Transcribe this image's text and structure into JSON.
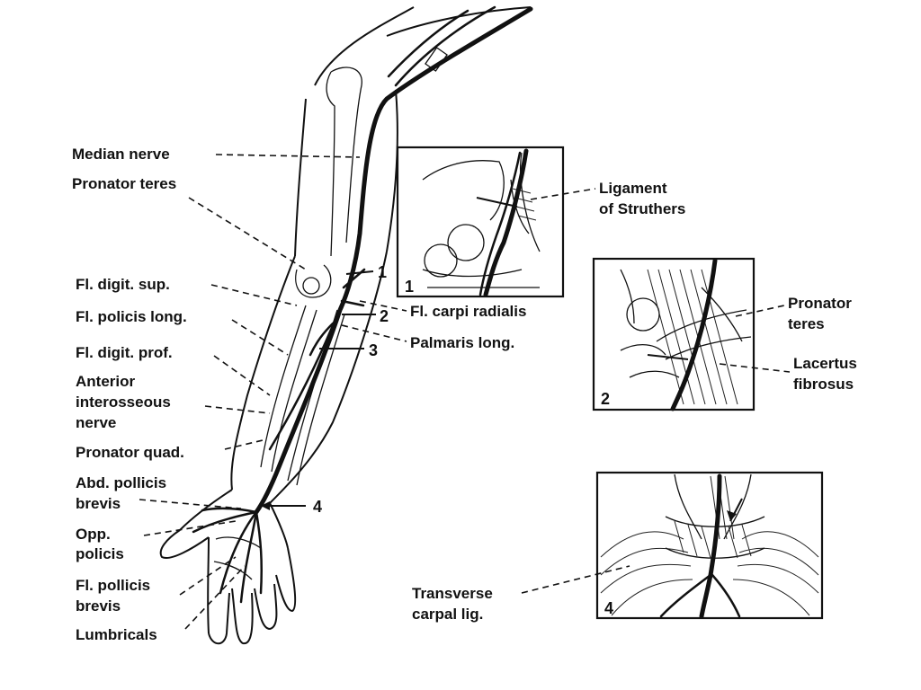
{
  "labels": {
    "median_nerve": "Median nerve",
    "pronator_teres": "Pronator teres",
    "fl_digit_sup": "Fl. digit. sup.",
    "fl_policis_long": "Fl. policis long.",
    "fl_digit_prof": "Fl. digit. prof.",
    "anterior_interosseous_nerve": [
      "Anterior",
      "interosseous",
      "nerve"
    ],
    "pronator_quad": "Pronator quad.",
    "abd_pollicis_brevis": [
      "Abd. pollicis",
      "brevis"
    ],
    "opp_policis": [
      "Opp.",
      "policis"
    ],
    "fl_pollicis_brevis": [
      "Fl. pollicis",
      "brevis"
    ],
    "lumbricals": "Lumbricals",
    "fl_carpi_radialis": "Fl. carpi radialis",
    "palmaris_long": "Palmaris long.",
    "ligament_of_struthers": [
      "Ligament",
      "of Struthers"
    ],
    "pronator_teres_inset": [
      "Pronator",
      "teres"
    ],
    "lacertus_fibrosus": [
      "Lacertus",
      "fibrosus"
    ],
    "transverse_carpal_lig": [
      "Transverse",
      "carpal lig."
    ]
  },
  "markers": [
    "1",
    "2",
    "3",
    "4"
  ],
  "insets": {
    "inset1": "1",
    "inset2": "2",
    "inset4": "4"
  }
}
